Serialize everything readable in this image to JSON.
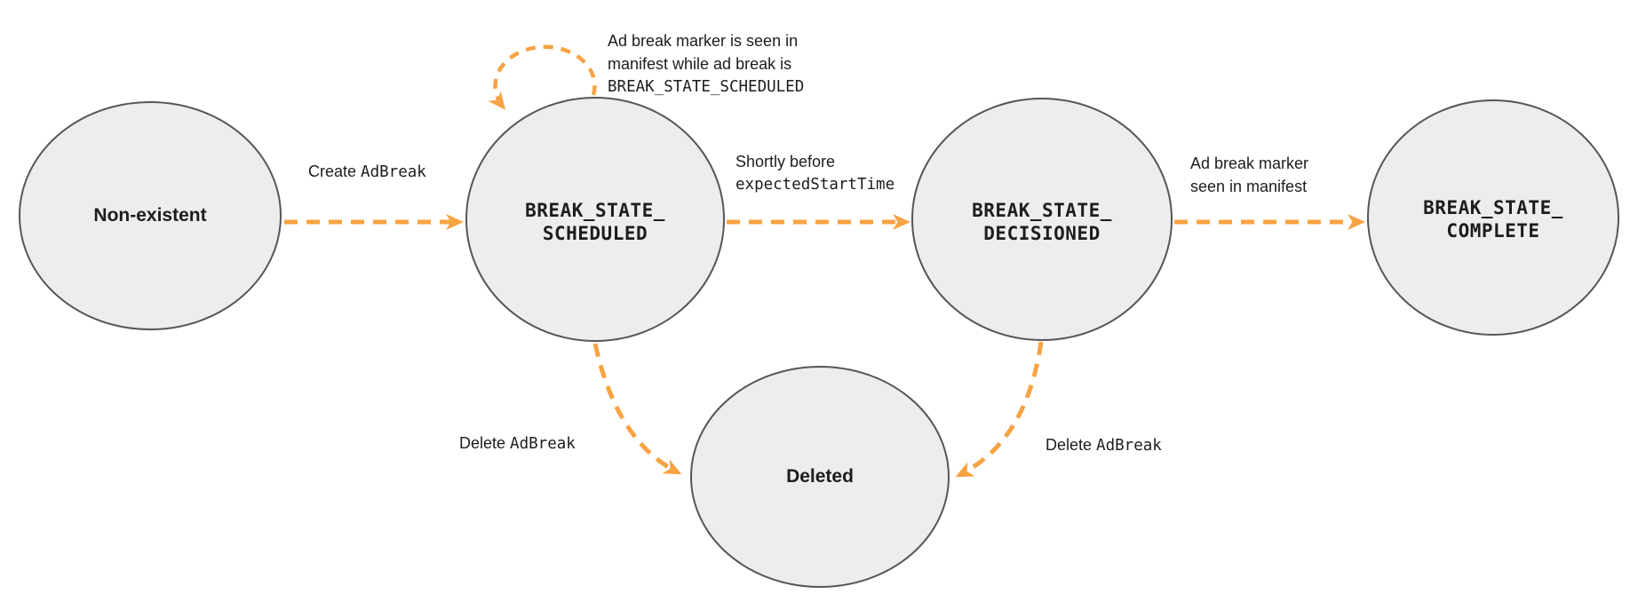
{
  "colors": {
    "arrow_orange": "#F8A343",
    "node_fill": "#EDEDED",
    "node_stroke": "#55565A",
    "text_color": "#1C1D1F"
  },
  "states": {
    "non_existent": {
      "label": "Non-existent"
    },
    "scheduled": {
      "line1": "BREAK_STATE_",
      "line2": "SCHEDULED"
    },
    "decisioned": {
      "line1": "BREAK_STATE_",
      "line2": "DECISIONED"
    },
    "complete": {
      "line1": "BREAK_STATE_",
      "line2": "COMPLETE"
    },
    "deleted": {
      "label": "Deleted"
    }
  },
  "transitions": {
    "create": {
      "from": "non_existent",
      "to": "scheduled",
      "text": "Create",
      "code": "AdBreak"
    },
    "self_loop": {
      "from": "scheduled",
      "to": "scheduled",
      "line1": "Ad break marker is seen in",
      "line2": "manifest while ad break is",
      "line3_code": "BREAK_STATE_SCHEDULED"
    },
    "decision": {
      "from": "scheduled",
      "to": "decisioned",
      "line1": "Shortly before",
      "line2_code": "expectedStartTime"
    },
    "complete": {
      "from": "decisioned",
      "to": "complete",
      "line1": "Ad break marker",
      "line2": "seen in manifest"
    },
    "delete_from_scheduled": {
      "from": "scheduled",
      "to": "deleted",
      "text": "Delete",
      "code": "AdBreak"
    },
    "delete_from_decisioned": {
      "from": "decisioned",
      "to": "deleted",
      "text": "Delete",
      "code": "AdBreak"
    }
  }
}
